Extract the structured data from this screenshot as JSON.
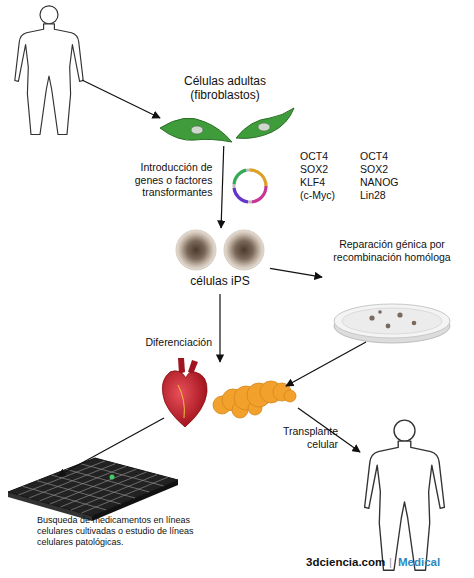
{
  "diagram": {
    "nodes": [
      {
        "text": [
          "Células adultas (fibroblastos)"
        ]
      },
      {
        "text": [
          "células iPS"
        ]
      },
      {
        "text": [
          "Reparación génica por recombinación homóloga"
        ]
      },
      {
        "text": [
          "Busqueda de medicamentos en líneas celulares cultivadas o estudio de líneas celulares patológicas."
        ]
      }
    ],
    "edges": [
      {
        "from": 0,
        "to": 1,
        "label": "Introducción de genes o factores transformantes",
        "arrow": "to"
      },
      {
        "from": 1,
        "to": 2,
        "arrow": "to"
      }
    ],
    "labels": [
      "OCT4",
      "SOX2",
      "KLF4",
      "(c-Myc)",
      "OCT4",
      "SOX2",
      "NANOG",
      "Lin28",
      "Diferenciación",
      "Transplante celular",
      "3dciencia.com",
      "|",
      "Medical"
    ]
  }
}
